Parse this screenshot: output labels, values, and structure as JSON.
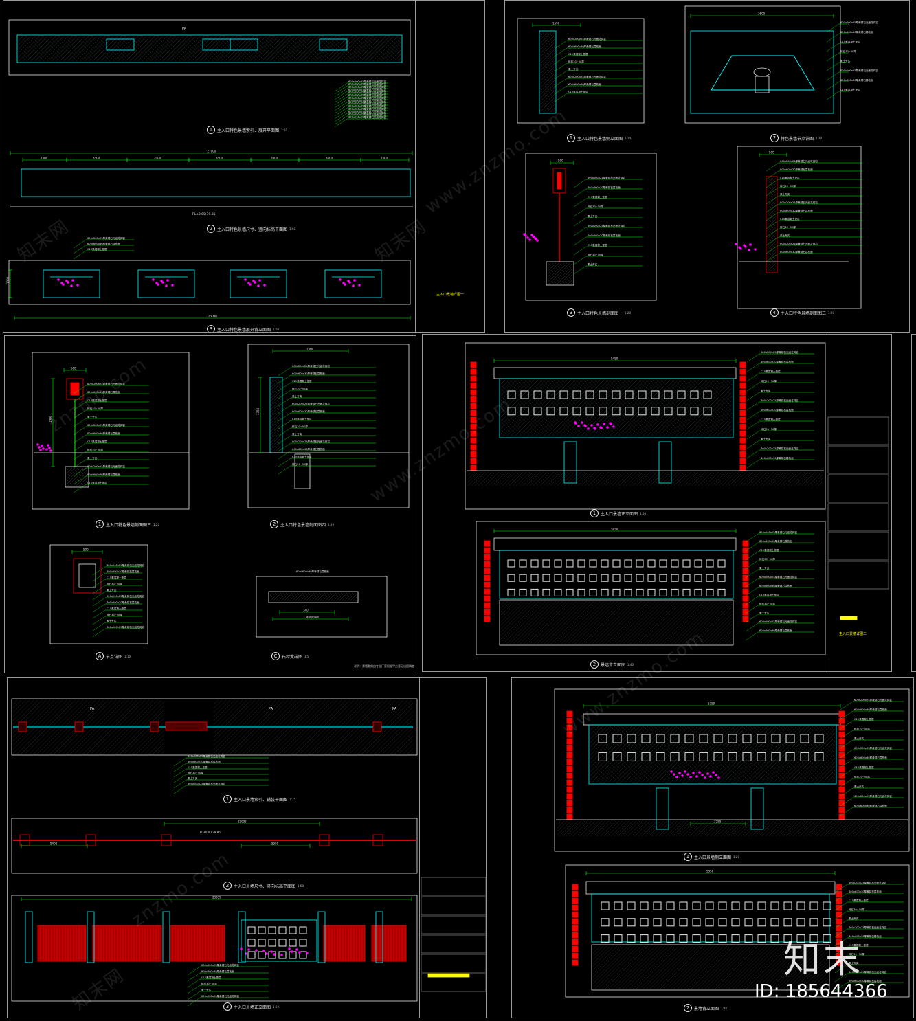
{
  "sheets": [
    {
      "captions": [
        {
          "num": "1",
          "text": "主入口特色景墙索引、展开平面图",
          "scale": "1:50"
        },
        {
          "num": "2",
          "text": "主入口特色景墙尺寸、竖向标高平面图",
          "scale": "1:60"
        },
        {
          "num": "3",
          "text": "主入口特色景墙展开背立面图",
          "scale": "1:60"
        }
      ],
      "stamp": "主入口景墙详图一"
    },
    {
      "captions": [
        {
          "num": "1",
          "text": "主入口特色景墙侧立面图",
          "scale": "1:20"
        },
        {
          "num": "2",
          "text": "特色景墙节点详图",
          "scale": "1:20"
        },
        {
          "num": "3",
          "text": "主入口特色景墙剖面图一",
          "scale": "1:20"
        },
        {
          "num": "4",
          "text": "主入口特色景墙剖面图二",
          "scale": "1:20"
        }
      ]
    },
    {
      "captions": [
        {
          "num": "1",
          "text": "主入口特色景墙剖面图三",
          "scale": "1:20"
        },
        {
          "num": "2",
          "text": "主入口特色景墙剖面图四",
          "scale": "1:20"
        },
        {
          "num": "A",
          "text": "节点详图",
          "scale": "1:10"
        },
        {
          "num": "C",
          "text": "石材大样图",
          "scale": "1:5"
        }
      ],
      "note": "说明：景墙雕刻由专业厂家根据甲方意见出图确定"
    },
    {
      "captions": [
        {
          "num": "1",
          "text": "主入口景墙正立面图",
          "scale": "1:50"
        },
        {
          "num": "2",
          "text": "景墙背立面图",
          "scale": "1:40"
        }
      ],
      "stamp": "主入口景墙详图二"
    },
    {
      "captions": [
        {
          "num": "1",
          "text": "主入口景墙索引、铺装平面图",
          "scale": "1:75"
        },
        {
          "num": "2",
          "text": "主入口景墙尺寸、竖向标高平面图",
          "scale": "1:60"
        },
        {
          "num": "3",
          "text": "主入口景墙正立面图",
          "scale": "1:60"
        }
      ]
    },
    {
      "captions": [
        {
          "num": "1",
          "text": "主入口景墙侧立面图",
          "scale": "1:20"
        },
        {
          "num": "2",
          "text": "景墙背立面图",
          "scale": "1:40"
        }
      ]
    }
  ],
  "labels": {
    "pa": "PA",
    "total_1": "23000",
    "total_2": "27000",
    "width_a": "5450",
    "width_b": "5350",
    "width_c": "3600",
    "width_d": "3250",
    "width_e": "1590",
    "width_f": "1500",
    "width_g": "500",
    "elev": "FL±0.00(79.85)",
    "height_1": "1900",
    "height_2": "1750",
    "material_1": "600x200x25厚黄锈石光面花岗岩",
    "material_2": "600x600x30厚黄锈石荔枝面",
    "material_3": "C15素混凝土垫层",
    "material_4": "碎石30~50厚",
    "material_5": "素土夯实"
  },
  "watermarks": [
    "www.znzmo.com",
    "znzmo.com",
    "知末网"
  ],
  "brand": {
    "logo": "知末",
    "id": "ID: 185644366"
  },
  "colors": {
    "bg": "#000000",
    "green": "#00ff00",
    "cyan": "#00ffff",
    "red": "#ff0000",
    "yellow": "#ffff00",
    "magenta": "#ff00ff",
    "white": "#e8e8e8"
  }
}
